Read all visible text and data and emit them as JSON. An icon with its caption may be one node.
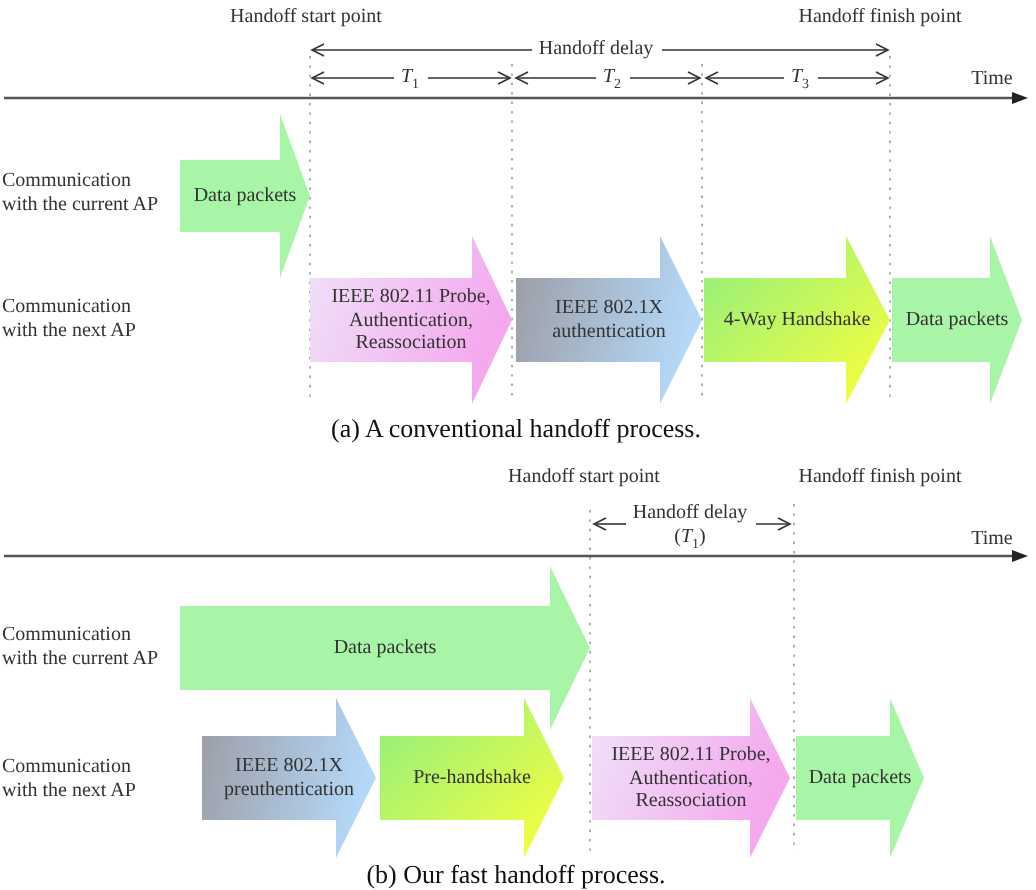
{
  "diagram": {
    "nodes": [
      {
        "text": [
          "Data packets"
        ]
      },
      {
        "text": [
          "IEEE 802.11 Probe, Authentication, Reassociation"
        ]
      },
      {
        "text": [
          "IEEE 802.1X authentication"
        ]
      },
      {
        "text": [
          "4-Way Handshake"
        ]
      },
      {
        "text": [
          "Data packets"
        ]
      },
      {
        "text": [
          "Data packets"
        ]
      },
      {
        "text": [
          "IEEE 802.1X preuthentication"
        ]
      },
      {
        "text": [
          "Pre-handshake"
        ]
      },
      {
        "text": [
          "IEEE 802.11 Probe, Authentication, Reassociation"
        ]
      },
      {
        "text": [
          "Data packets"
        ]
      }
    ],
    "labels": [
      "Handoff start point",
      "Handoff finish point",
      "Handoff delay",
      "*T*$_{1}$",
      "*T*$_{2}$",
      "*T*$_{3}$",
      "Time",
      "Communication with the current AP",
      "Communication with the next AP",
      "(a) A conventional handoff process.",
      "Handoff start point",
      "Handoff finish point",
      "Handoff delay (*T*$_{1}$)",
      "Time",
      "Communication with the current AP",
      "Communication with the next AP",
      "(b) Our fast handoff process."
    ]
  }
}
